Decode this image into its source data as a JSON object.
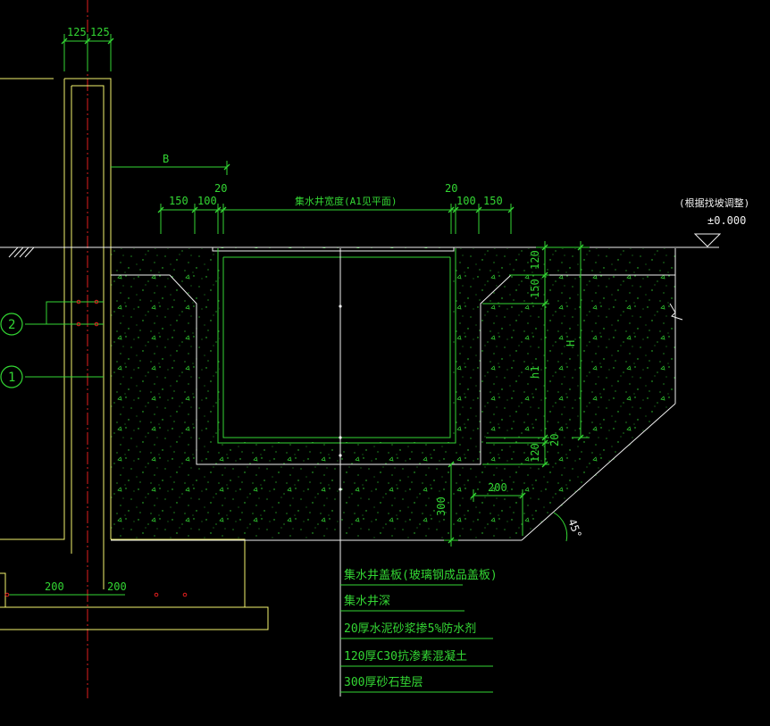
{
  "colors": {
    "background": "#000000",
    "structure": "#f5f56e",
    "dimension": "#33d633",
    "text_green": "#33d633",
    "white": "#f0f0f0",
    "center_line": "#e01e1e",
    "waterproof": "#33d633"
  },
  "dimensions": {
    "top_left": "125",
    "top_right": "125",
    "b_label": "B",
    "left_150": "150",
    "left_100": "100",
    "left_20": "20",
    "pit_width": "集水井宽度(A1见平面)",
    "right_20": "20",
    "right_100": "100",
    "right_150": "150",
    "v_120_top": "120",
    "v_150": "150",
    "v_h": "H",
    "v_h1": "h1",
    "v_20": "20",
    "v_120_bottom": "120",
    "v_300": "300",
    "h_200_right": "200",
    "angle": "45°",
    "base_200_left": "200",
    "base_200_right": "200"
  },
  "elevation": {
    "note": "(根据找坡调整)",
    "value": "±0.000"
  },
  "markers": {
    "m1": "1",
    "m2": "2"
  },
  "legend": [
    "集水井盖板(玻璃钢成品盖板)",
    "集水井深",
    "20厚水泥砂浆掺5%防水剂",
    "120厚C30抗渗素混凝土",
    "300厚砂石垫层"
  ]
}
